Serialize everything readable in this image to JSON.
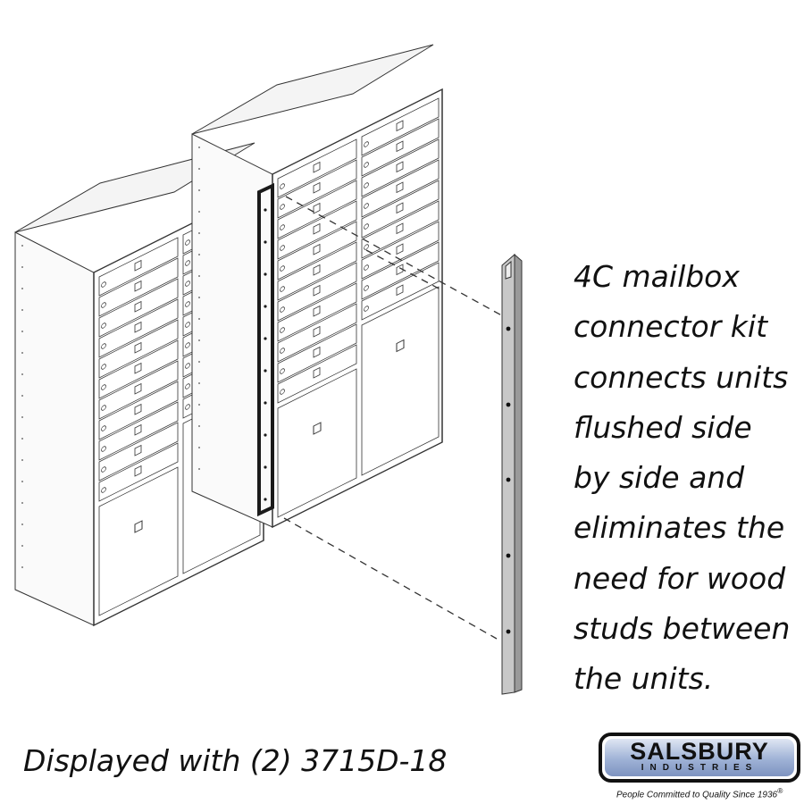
{
  "description_lines": [
    "4C mailbox",
    "connector kit",
    "connects units",
    "flushed side",
    "by side and",
    "eliminates the",
    "need for wood",
    "studs between",
    "the units."
  ],
  "caption": "Displayed with (2) 3715D-18",
  "logo": {
    "name": "SALSBURY",
    "sub": "INDUSTRIES",
    "tagline": "People Committed to Quality Since 1936",
    "trademark": "®"
  },
  "colors": {
    "line": "#333333",
    "connector_bar": "#1a1a1a",
    "connector_kit": "#c8c8c8",
    "logo_blue": "#9fb2d6"
  }
}
